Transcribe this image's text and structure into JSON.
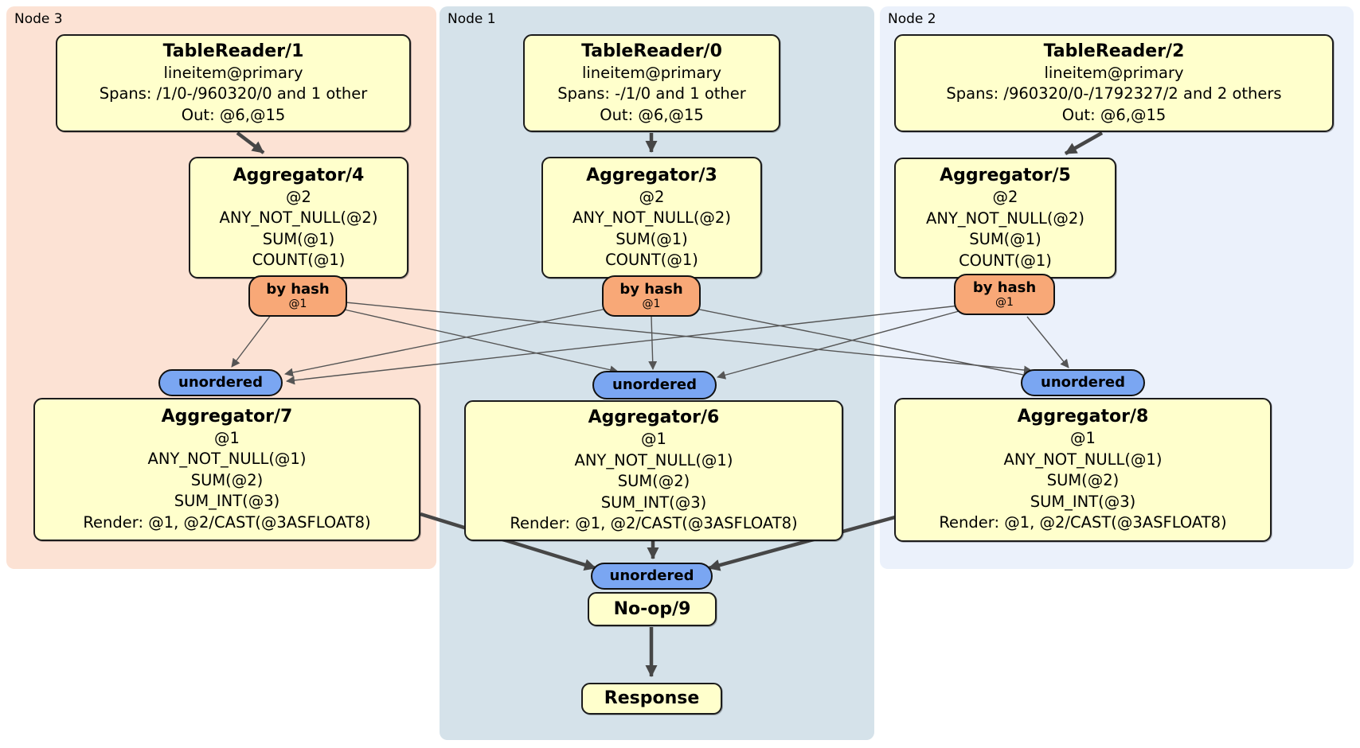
{
  "regions": [
    {
      "label": "Node 3"
    },
    {
      "label": "Node 1"
    },
    {
      "label": "Node 2"
    }
  ],
  "boxes": {
    "tr1": {
      "title": "TableReader/1",
      "lines": [
        "lineitem@primary",
        "Spans: /1/0-/960320/0 and 1 other",
        "Out: @6,@15"
      ]
    },
    "tr0": {
      "title": "TableReader/0",
      "lines": [
        "lineitem@primary",
        "Spans: -/1/0 and 1 other",
        "Out: @6,@15"
      ]
    },
    "tr2": {
      "title": "TableReader/2",
      "lines": [
        "lineitem@primary",
        "Spans: /960320/0-/1792327/2 and 2 others",
        "Out: @6,@15"
      ]
    },
    "agg4": {
      "title": "Aggregator/4",
      "lines": [
        "@2",
        "ANY_NOT_NULL(@2)",
        "SUM(@1)",
        "COUNT(@1)"
      ]
    },
    "agg3": {
      "title": "Aggregator/3",
      "lines": [
        "@2",
        "ANY_NOT_NULL(@2)",
        "SUM(@1)",
        "COUNT(@1)"
      ]
    },
    "agg5": {
      "title": "Aggregator/5",
      "lines": [
        "@2",
        "ANY_NOT_NULL(@2)",
        "SUM(@1)",
        "COUNT(@1)"
      ]
    },
    "agg7": {
      "title": "Aggregator/7",
      "lines": [
        "@1",
        "ANY_NOT_NULL(@1)",
        "SUM(@2)",
        "SUM_INT(@3)",
        "Render: @1, @2/CAST(@3ASFLOAT8)"
      ]
    },
    "agg6": {
      "title": "Aggregator/6",
      "lines": [
        "@1",
        "ANY_NOT_NULL(@1)",
        "SUM(@2)",
        "SUM_INT(@3)",
        "Render: @1, @2/CAST(@3ASFLOAT8)"
      ]
    },
    "agg8": {
      "title": "Aggregator/8",
      "lines": [
        "@1",
        "ANY_NOT_NULL(@1)",
        "SUM(@2)",
        "SUM_INT(@3)",
        "Render: @1, @2/CAST(@3ASFLOAT8)"
      ]
    },
    "noop": {
      "title": "No-op/9"
    },
    "response": {
      "title": "Response"
    }
  },
  "routers": {
    "hash_label": "by hash",
    "hash_sub": "@1",
    "unordered_label": "unordered"
  },
  "colors": {
    "node3_bg": "#fce2d4",
    "node1_bg": "#d5e2ea",
    "node2_bg": "#ebf1fb",
    "box_fill": "#ffffcc",
    "hash_fill": "#f8a877",
    "unordered_fill": "#7aa6f2",
    "thin_edge": "#555555",
    "thick_edge": "#464646"
  }
}
